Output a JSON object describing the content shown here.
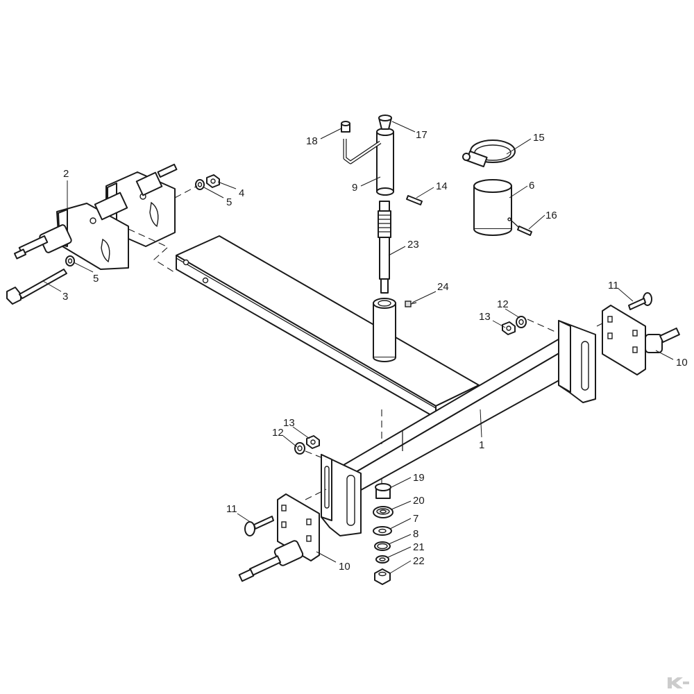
{
  "callouts": [
    {
      "id": "c1",
      "text": "1"
    },
    {
      "id": "c2",
      "text": "2"
    },
    {
      "id": "c3",
      "text": "3"
    },
    {
      "id": "c4",
      "text": "4"
    },
    {
      "id": "c5a",
      "text": "5"
    },
    {
      "id": "c5b",
      "text": "5"
    },
    {
      "id": "c6",
      "text": "6"
    },
    {
      "id": "c7",
      "text": "7"
    },
    {
      "id": "c8",
      "text": "8"
    },
    {
      "id": "c9",
      "text": "9"
    },
    {
      "id": "c10a",
      "text": "10"
    },
    {
      "id": "c10b",
      "text": "10"
    },
    {
      "id": "c11a",
      "text": "11"
    },
    {
      "id": "c11b",
      "text": "11"
    },
    {
      "id": "c12a",
      "text": "12"
    },
    {
      "id": "c12b",
      "text": "12"
    },
    {
      "id": "c13a",
      "text": "13"
    },
    {
      "id": "c13b",
      "text": "13"
    },
    {
      "id": "c14",
      "text": "14"
    },
    {
      "id": "c15",
      "text": "15"
    },
    {
      "id": "c16",
      "text": "16"
    },
    {
      "id": "c17",
      "text": "17"
    },
    {
      "id": "c18",
      "text": "18"
    },
    {
      "id": "c19",
      "text": "19"
    },
    {
      "id": "c20",
      "text": "20"
    },
    {
      "id": "c21",
      "text": "21"
    },
    {
      "id": "c22",
      "text": "22"
    },
    {
      "id": "c23",
      "text": "23"
    },
    {
      "id": "c24",
      "text": "24"
    }
  ],
  "colors": {
    "line": "#1a1a1a",
    "background": "#ffffff",
    "logo": "#cccccc"
  },
  "icons": {
    "brand": "brand-logo-icon"
  }
}
